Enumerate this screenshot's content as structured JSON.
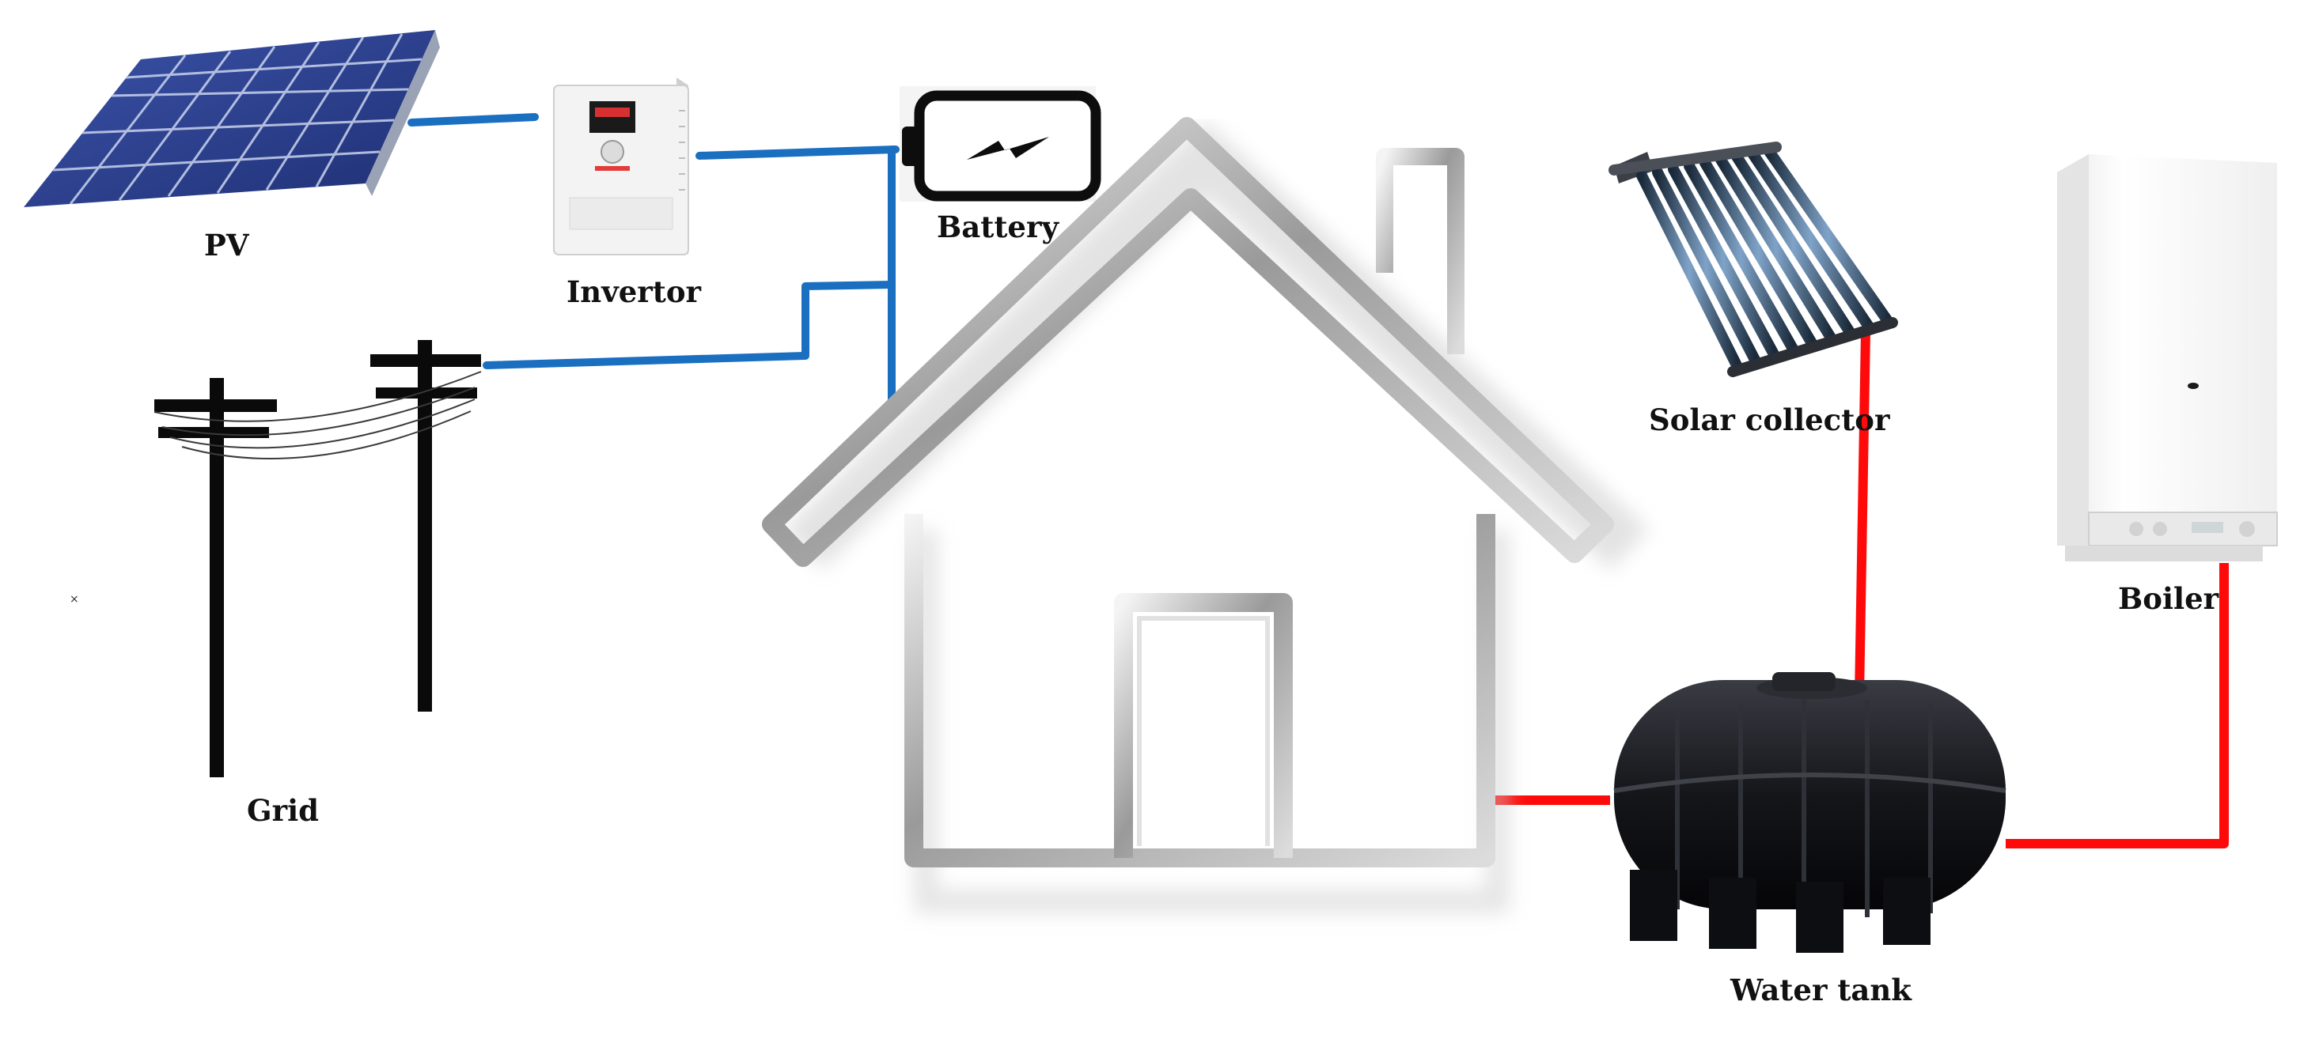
{
  "labels": {
    "pv": "PV",
    "invertor": "Invertor",
    "battery": "Battery",
    "grid": "Grid",
    "solar_collector": "Solar collector",
    "boiler": "Boiler",
    "water_tank": "Water tank"
  },
  "colors": {
    "electric_line": "#1a6fc0",
    "thermal_line": "#ff0a0a",
    "pole": "#0a0a0a",
    "pv_panel": "#2b3f8f",
    "tank": "#15161a",
    "house_outline": "#a9a9a9"
  },
  "icons": {
    "battery": "lightning-icon"
  }
}
